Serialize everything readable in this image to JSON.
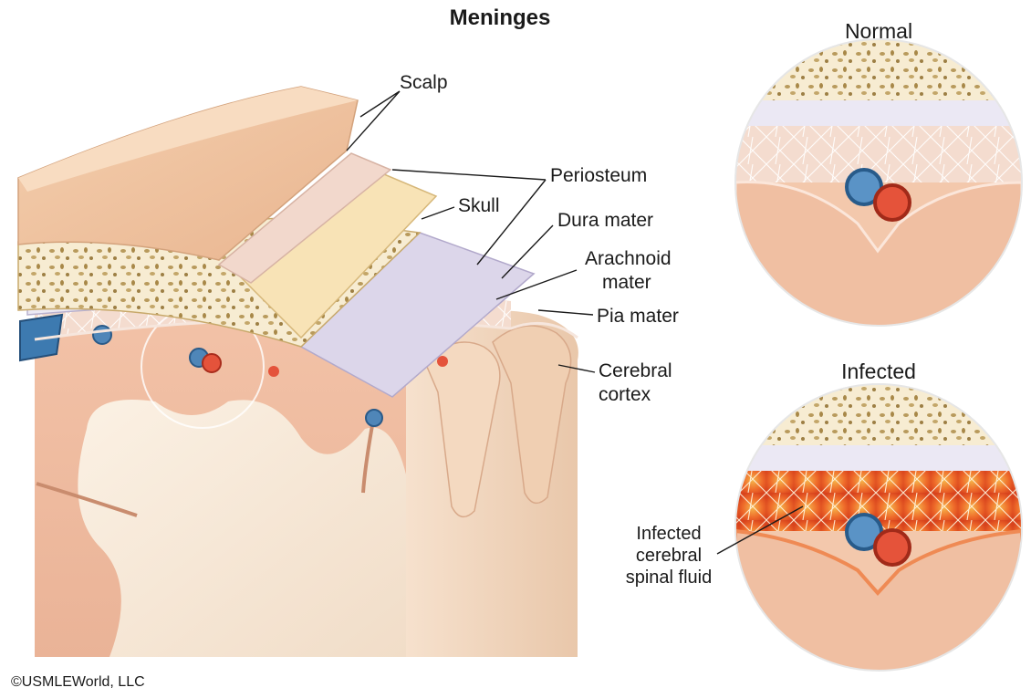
{
  "title": "Meninges",
  "labels": {
    "scalp": "Scalp",
    "periosteum": "Periosteum",
    "skull": "Skull",
    "dura_mater": "Dura mater",
    "arachnoid_mater_line1": "Arachnoid",
    "arachnoid_mater_line2": "mater",
    "pia_mater": "Pia mater",
    "cerebral_cortex_line1": "Cerebral",
    "cerebral_cortex_line2": "cortex"
  },
  "insets": {
    "normal": {
      "title": "Normal"
    },
    "infected": {
      "title": "Infected",
      "callout_line1": "Infected",
      "callout_line2": "cerebral",
      "callout_line3": "spinal fluid"
    }
  },
  "copyright": "©USMLEWorld, LLC"
}
